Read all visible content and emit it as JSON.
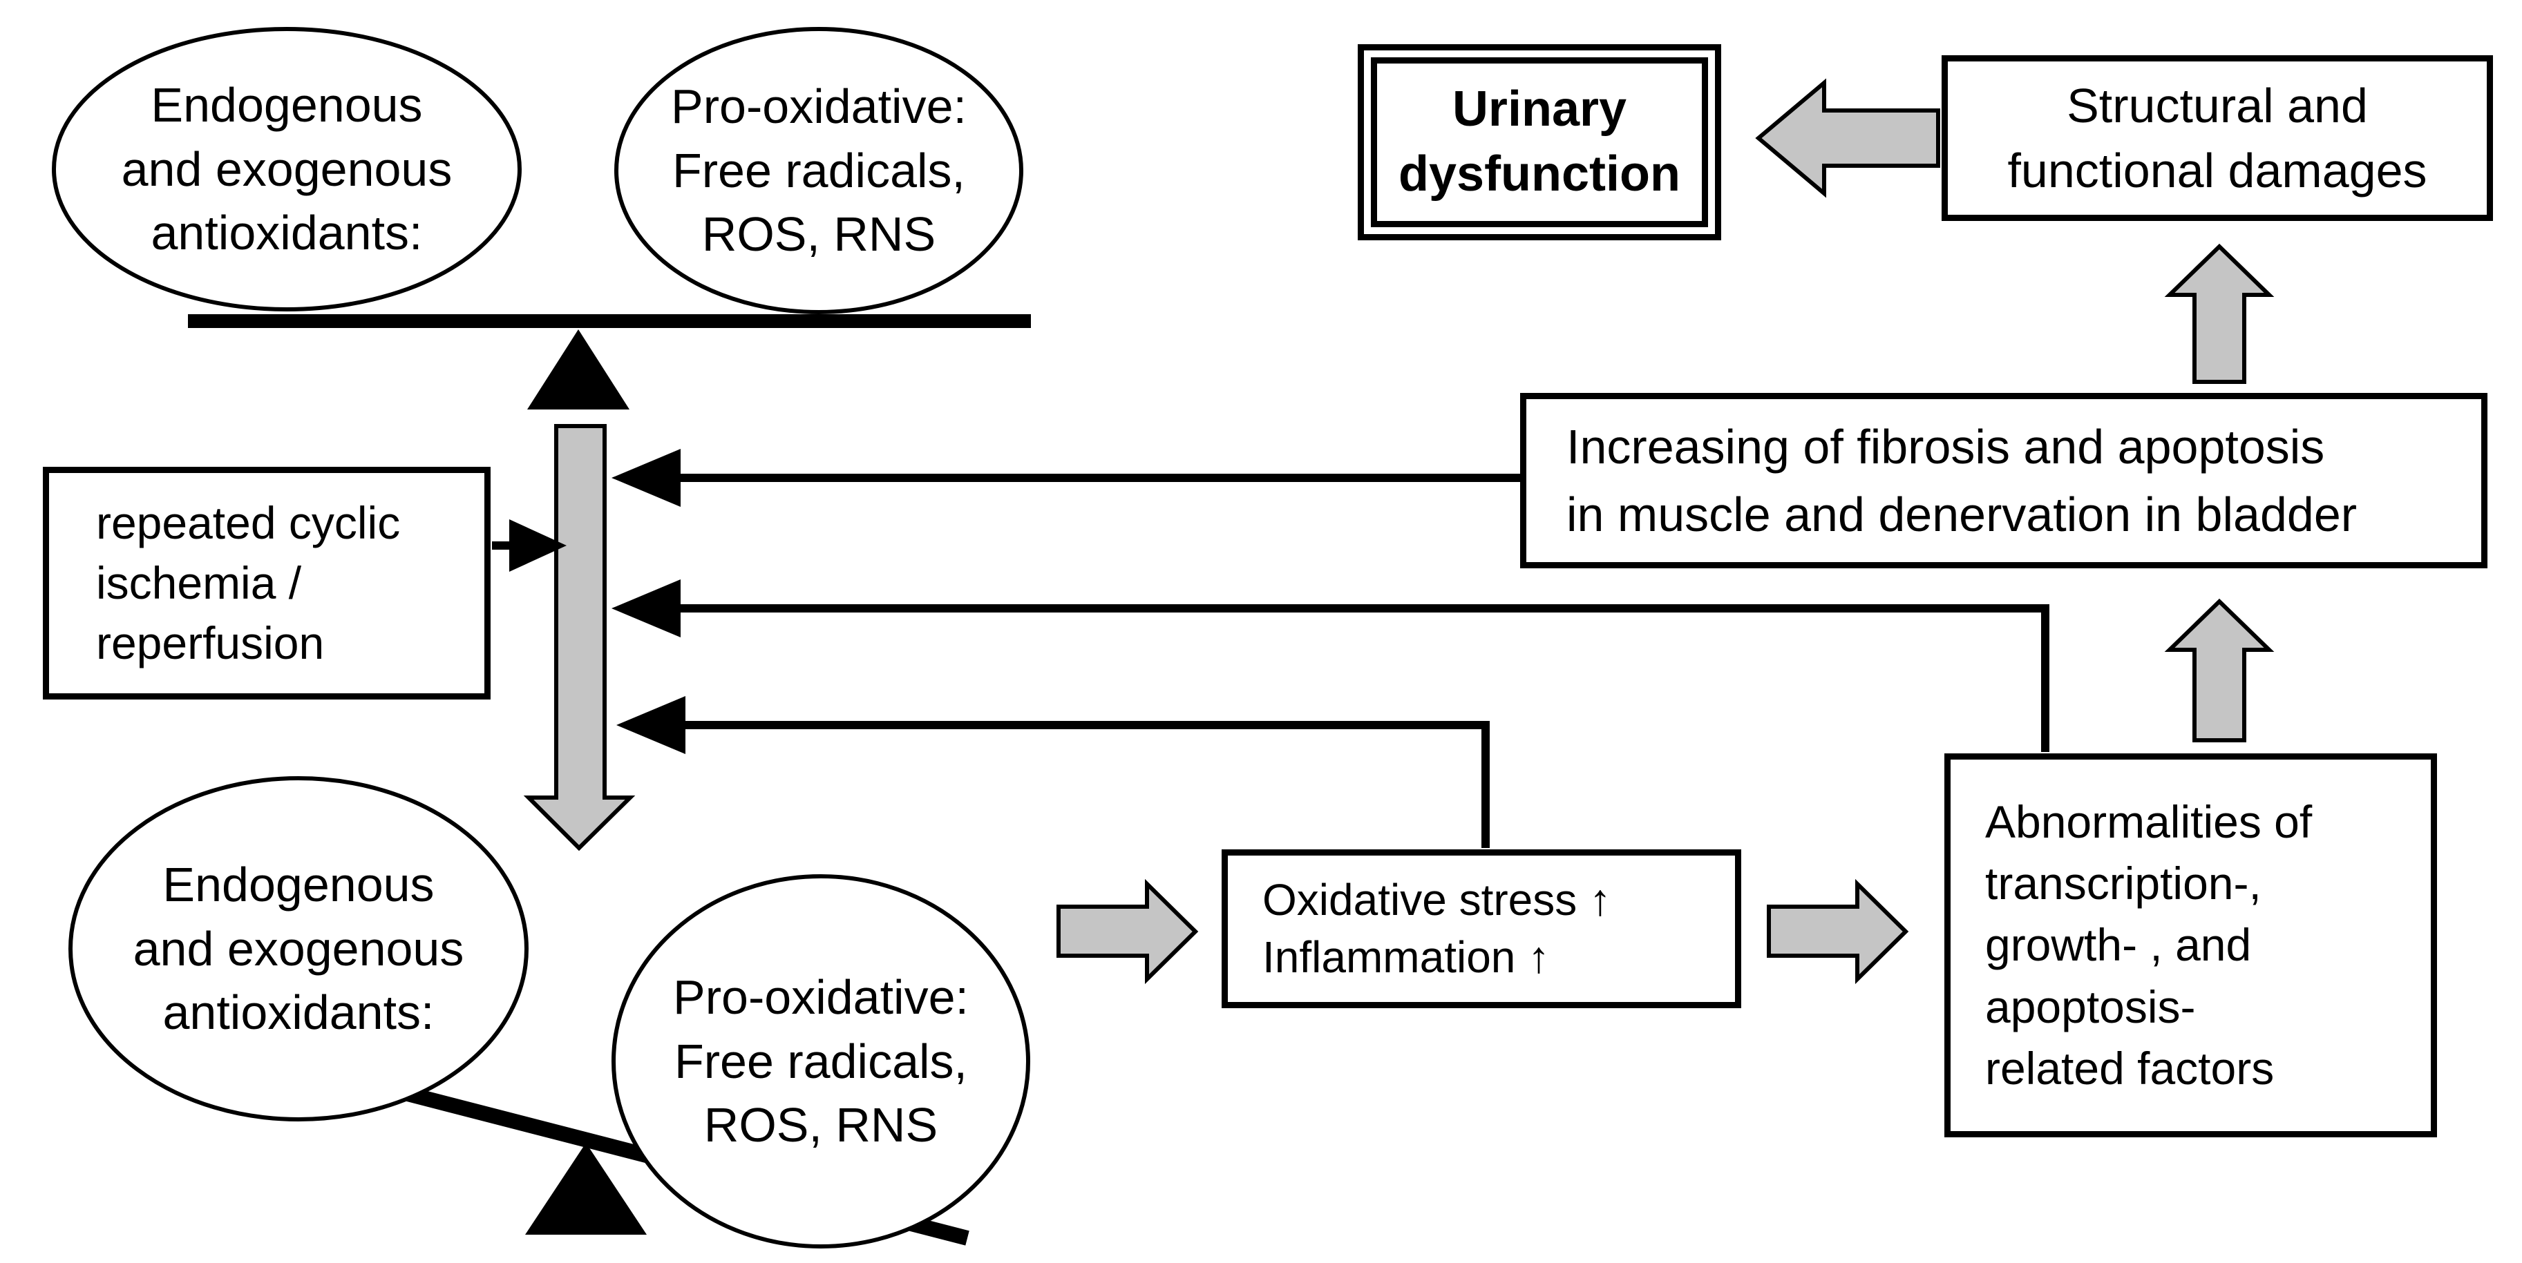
{
  "diagram_title": "Oxidative stress pathway to urinary dysfunction",
  "colors": {
    "background": "#ffffff",
    "block_arrow_fill": "#c5c5c5",
    "stroke": "#000000",
    "text": "#000000"
  },
  "top_balance": {
    "antioxidants_ellipse": "Endogenous\nand exogenous\nantioxidants:",
    "pro_oxidative_ellipse": "Pro-oxidative:\nFree radicals,\nROS, RNS"
  },
  "bottom_balance": {
    "antioxidants_ellipse": "Endogenous\nand exogenous\nantioxidants:",
    "pro_oxidative_ellipse": "Pro-oxidative:\nFree radicals,\nROS, RNS"
  },
  "boxes": {
    "repeated_ischemia": "repeated cyclic\nischemia /\nreperfusion",
    "oxidative_stress": "Oxidative stress ↑\nInflammation ↑",
    "abnormalities": "Abnormalities of\ntranscription-,\ngrowth- , and\napoptosis-\nrelated factors",
    "fibrosis": "Increasing of fibrosis and apoptosis\nin muscle and denervation in bladder",
    "structural_damages": "Structural and\nfunctional damages",
    "urinary_dysfunction": "Urinary\ndysfunction"
  }
}
